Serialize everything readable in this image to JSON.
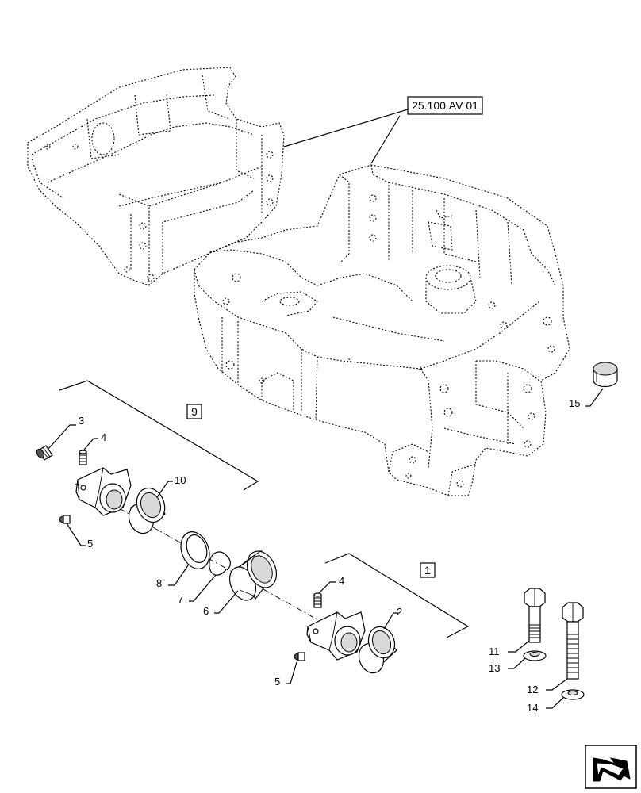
{
  "diagram": {
    "reference_label": "25.100.AV 01",
    "group_labels": [
      "9",
      "1"
    ],
    "callouts": {
      "c1": "2",
      "c2": "3",
      "c3": "4",
      "c4": "4",
      "c5": "5",
      "c6": "5",
      "c7": "6",
      "c8": "7",
      "c9": "8",
      "c10": "10",
      "c11": "11",
      "c12": "12",
      "c13": "13",
      "c14": "14",
      "c15": "15"
    },
    "nav_icon": "arrow-nav-icon",
    "colors": {
      "line": "#000000",
      "shade": "#d9d9d9",
      "background": "#ffffff"
    }
  }
}
